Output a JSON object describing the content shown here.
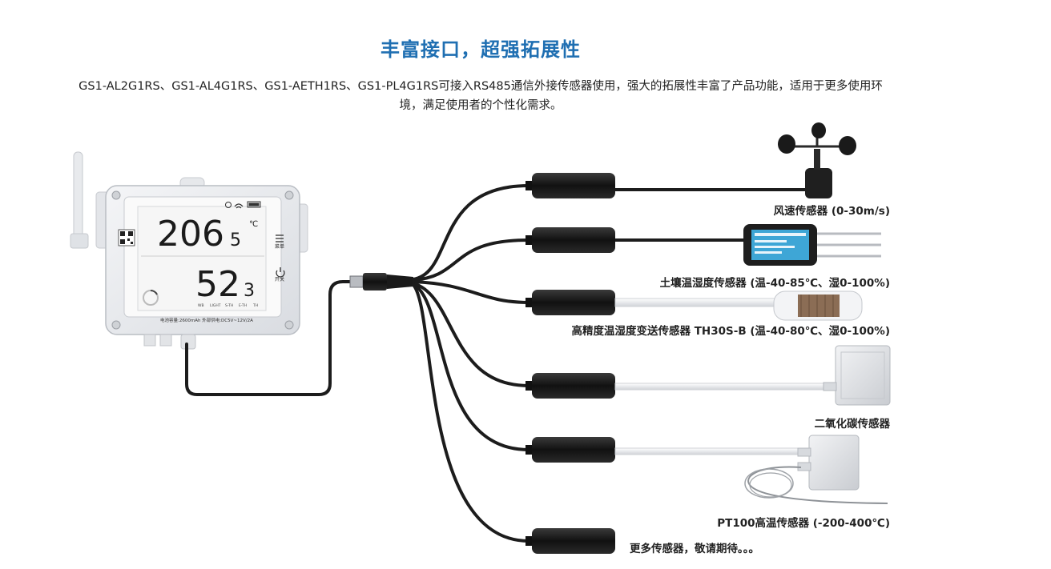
{
  "header": {
    "title": "丰富接口，超强拓展性",
    "description_line1": "GS1-AL2G1RS、GS1-AL4G1RS、GS1-AETH1RS、GS1-PL4G1RS可接入RS485通信外接传感器使用，强大的拓展性丰富了产品功能，适用于更多使用环",
    "description_line2": "境，满足使用者的个性化需求。"
  },
  "device": {
    "temp_value": "206",
    "temp_decimal": "5",
    "temp_unit": "℃",
    "humidity_value": "52",
    "humidity_decimal": "3",
    "menu_label": "菜单",
    "power_label": "开关",
    "footer_text": "电池容量:2600mAh  外部供电:DC5V~12V/2A",
    "mode_tabs": [
      "WB",
      "LIGHT",
      "S-TH",
      "E-TH",
      "TH"
    ]
  },
  "sensors": [
    {
      "label": "风速传感器 (0-30m/s)",
      "icon": "anemometer-icon"
    },
    {
      "label": "土壤温湿度传感器 (温-40-85℃、湿0-100%)",
      "icon": "soil-probe-icon"
    },
    {
      "label": "高精度温湿度变送传感器 TH30S-B (温-40-80℃、湿0-100%)",
      "icon": "th-probe-icon"
    },
    {
      "label": "二氧化碳传感器",
      "icon": "co2-box-icon"
    },
    {
      "label": "PT100高温传感器 (-200-400℃)",
      "icon": "pt100-icon"
    },
    {
      "label": "更多传感器，敬请期待。。。",
      "icon": ""
    }
  ],
  "colors": {
    "title": "#1f6fb2",
    "cable": "#1c1c1c",
    "device_body": "#eceef1",
    "lcd": "#f7f7f7"
  }
}
